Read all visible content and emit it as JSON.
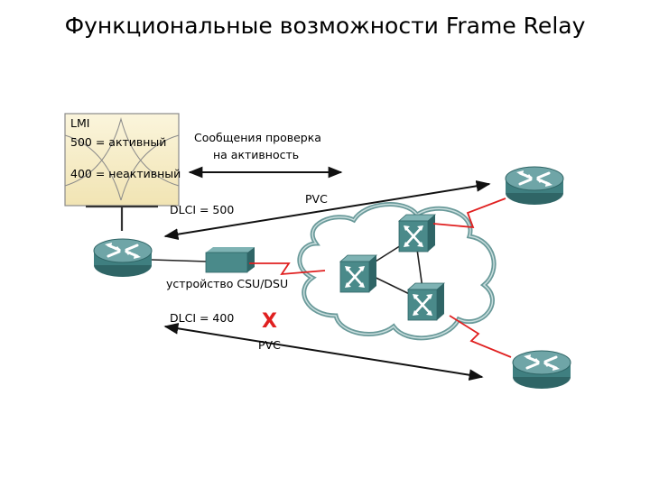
{
  "title": "Функциональные возможности Frame Relay",
  "lmi_box": {
    "heading": "LMI",
    "active": "500 = активный",
    "inactive": "400 = неактивный"
  },
  "labels": {
    "keepalive_line1": "Сообщения проверка",
    "keepalive_line2": "на активность",
    "dlci_500": "DLCI = 500",
    "pvc_top": "PVC",
    "csu_dsu": "устройство CSU/DSU",
    "dlci_400": "DLCI = 400",
    "failed_mark": "X",
    "pvc_bottom": "PVC"
  },
  "colors": {
    "router_body": "#3f7f80",
    "router_top": "#6fa5a7",
    "switch_body": "#4a8a8a",
    "cloud_stroke": "#6a9a9a",
    "lmi_fill": "#f7edc4",
    "link_red": "#e02020",
    "arrow": "#111111"
  }
}
